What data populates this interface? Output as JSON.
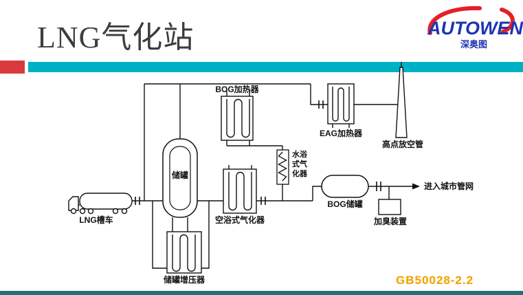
{
  "slide": {
    "title": "LNG气化站",
    "accent_colors": {
      "teal_bar": "#00b1c6",
      "red_block": "#d93a3e",
      "bottom_bar": "#2a6e79"
    }
  },
  "logo": {
    "wordmark": "AUTOWEN",
    "subtitle": "深奥图",
    "brand_color": "#1f35b0",
    "swoosh_color": "#e32028"
  },
  "diagram": {
    "type": "process-flow",
    "equipment_labels": {
      "truck": "LNG槽车",
      "tank": "储罐",
      "bog_heater": "BOG加热器",
      "eag_heater": "EAG加热器",
      "vent_stack": "高点放空管",
      "water_bath_vaporizer": "水浴式气化器",
      "air_bath_vaporizer": "空浴式气化器",
      "bog_tank": "BOG储罐",
      "odorizer": "加臭装置",
      "pressurizer": "储罐增压器",
      "to_city": "进入城市管网"
    },
    "watermark": "GB50028-2.2"
  }
}
